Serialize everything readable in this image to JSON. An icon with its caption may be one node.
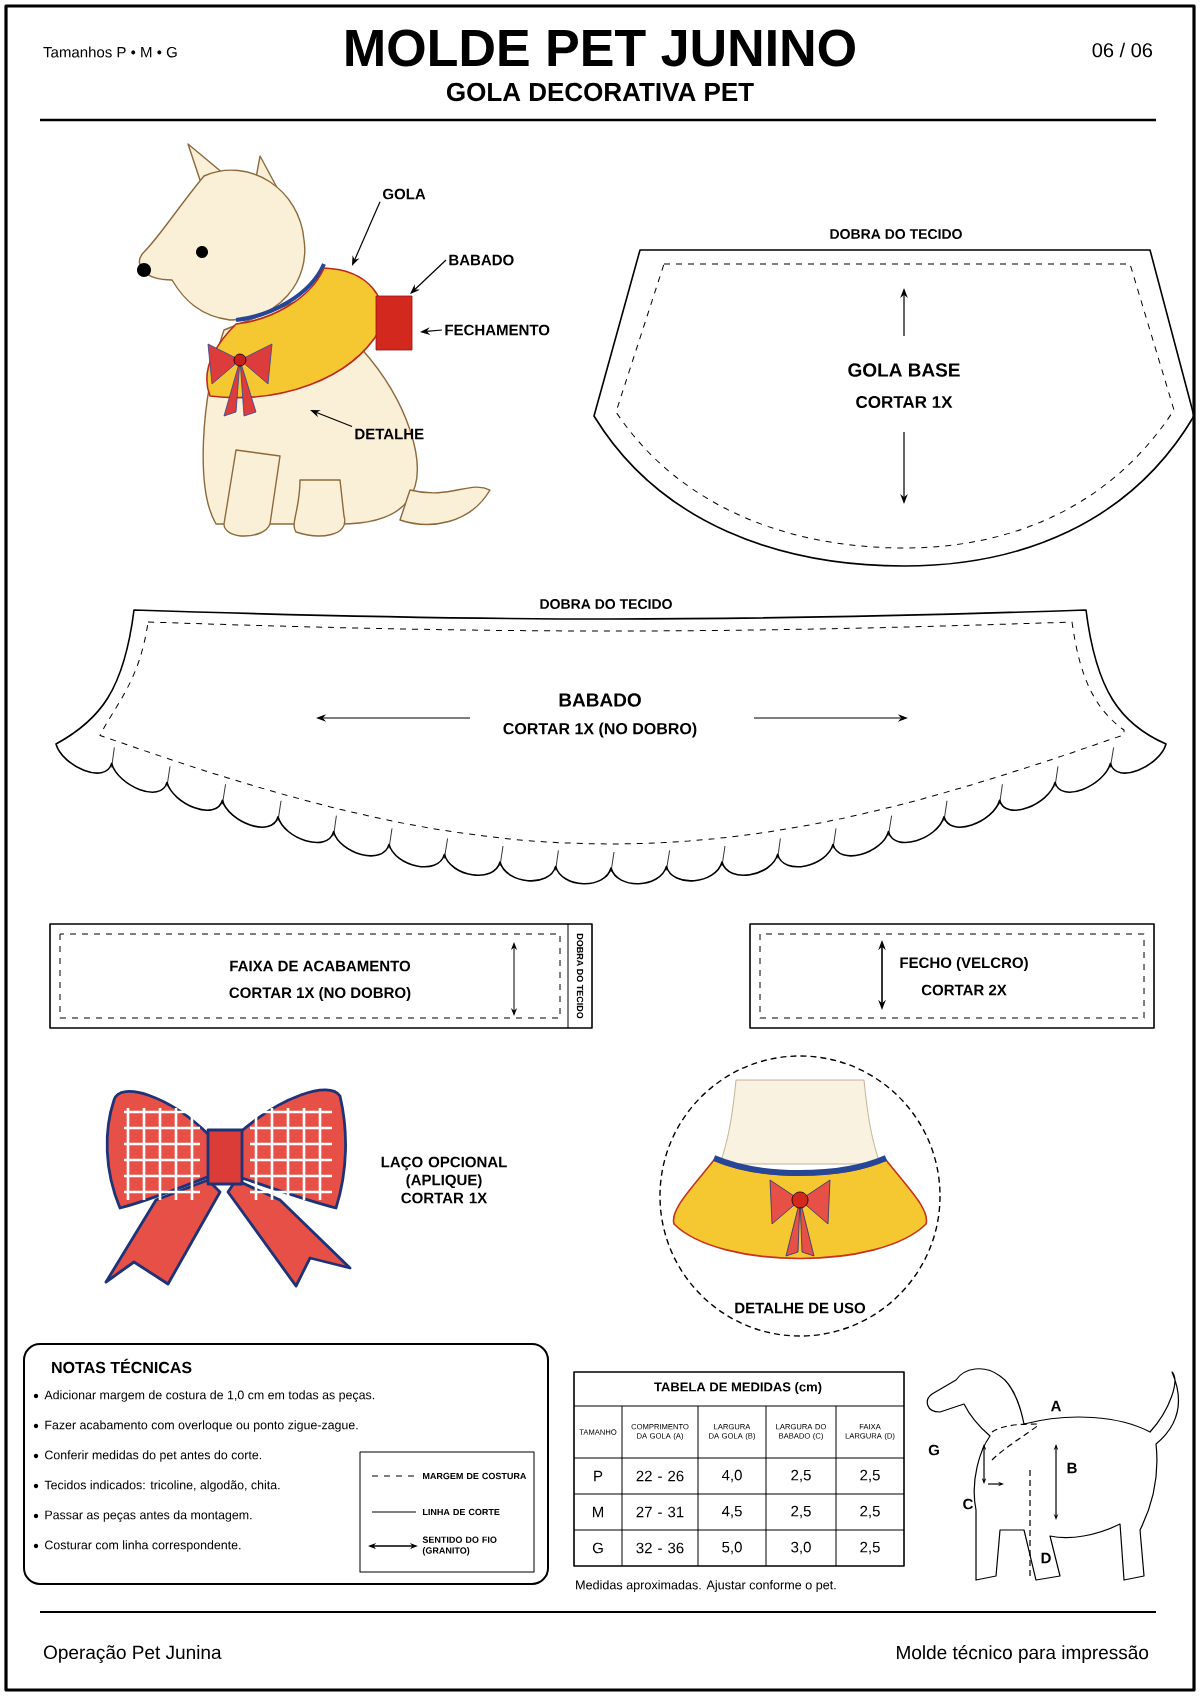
{
  "diagram": {
    "title": "MOLDE PET JUNINO",
    "nodes": [
      {
        "text": [
          "GOLA"
        ]
      },
      {
        "text": [
          "BABADO"
        ]
      },
      {
        "text": [
          "FECHAMENTO"
        ]
      },
      {
        "text": [
          "DETALHE"
        ]
      },
      {
        "text": [
          "DOBRA DO TECIDO",
          "GOLA BASE",
          "CORTAR 1X"
        ]
      },
      {
        "text": [
          "DOBRA DO TECIDO",
          "BABADO",
          "CORTAR 1X (NO DOBRO)"
        ]
      },
      {
        "text": [
          "FAIXA DE ACABAMENTO",
          "CORTAR 1X (NO DOBRO)",
          "DOBRA DO TECIDO"
        ]
      },
      {
        "text": [
          "FECHO (VELCRO)",
          "CORTAR 2X"
        ]
      },
      {
        "text": [
          "DETALHE DE USO"
        ]
      },
      {
        "text": [
          "NOTAS TÉCNICAS",
          "Adicionar margem de costura de 1,0 cm em todas as peças.",
          "Fazer acabamento com overloque ou ponto zigue-zague.",
          "Conferir medidas do pet antes do corte.",
          "Tecidos indicados: tricoline, algodão, chita.",
          "Passar as peças antes da montagem.",
          "Costurar com linha correspondente."
        ]
      }
    ],
    "edges": [
      {
        "from": 0,
        "to": null,
        "arrow": "to"
      },
      {
        "from": 1,
        "to": null,
        "arrow": "to"
      },
      {
        "from": 2,
        "to": null,
        "arrow": "to"
      },
      {
        "from": 3,
        "to": null,
        "arrow": "to"
      }
    ],
    "labels": [
      "Tamanhos P • M • G",
      "06 / 06",
      "GOLA DECORATIVA PET",
      "LAÇO OPCIONAL (APLIQUE) CORTAR 1X",
      "TABELA DE MEDIDAS (cm)",
      "TAMANHO",
      "COMPRIMENTO DA GOLA (A)",
      "LARGURA DA GOLA (B)",
      "LARGURA DO BABADO (C)",
      "FAIXA LARGURA (D)",
      "P",
      "22 - 26",
      "4,0",
      "2,5",
      "2,5",
      "M",
      "27 - 31",
      "4,5",
      "2,5",
      "2,5",
      "G",
      "32 - 36",
      "5,0",
      "3,0",
      "2,5",
      "Medidas aproximadas. Ajustar conforme o pet.",
      "A",
      "G",
      "B",
      "C",
      "D",
      "Operação Pet Junina",
      "Molde técnico para impressão"
    ],
    "legend": [
      {
        "text": "MARGEM DE COSTURA"
      },
      {
        "text": "LINHA DE CORTE"
      },
      {
        "text": "SENTIDO DO FIO (GRANITO)"
      }
    ]
  }
}
